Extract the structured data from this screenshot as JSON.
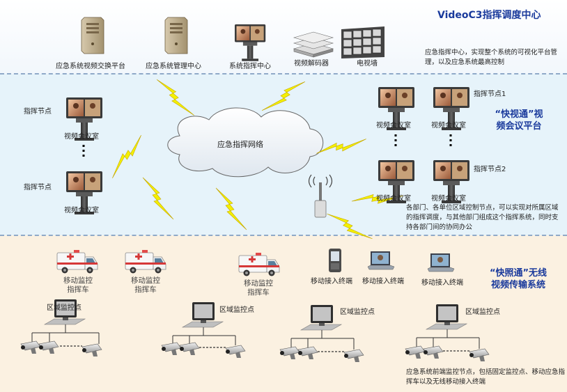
{
  "header": {
    "title": "VideoC3指挥调度中心"
  },
  "top": {
    "items": [
      {
        "label": "应急系统视频交换平台",
        "icon": "server-tower-icon"
      },
      {
        "label": "应急系统管理中心",
        "icon": "server-tower-icon"
      },
      {
        "label": "系统指挥中心",
        "icon": "video-conference-terminal-icon"
      },
      {
        "label": "视频解码器",
        "icon": "video-decoder-icon"
      },
      {
        "label": "电视墙",
        "icon": "tv-wall-icon"
      }
    ],
    "note": "应急指挥中心，实现整个系统的可视化平台管理，以及应急系统最高控制"
  },
  "network": {
    "label": "应急指挥网络"
  },
  "mid": {
    "left_nodes": [
      {
        "node": "指挥节点",
        "room": "视频会议室"
      },
      {
        "node": "指挥节点",
        "room": "视频会议室"
      }
    ],
    "right": {
      "node1": "指挥节点1",
      "node2": "指挥节点2",
      "rooms": [
        "视频会议室",
        "视频会议室",
        "视频会议室",
        "视频会议室"
      ],
      "platform_title_line1": "“快视通”视",
      "platform_title_line2": "频会议平台",
      "note": "各部门、各单位区域控制节点，可以实现对所属区域的指挥调度，与其他部门组成这个指挥系统，同时支持各部门间的协同办公"
    }
  },
  "bottom": {
    "vehicles": [
      {
        "line1": "移动监控",
        "line2": "指挥车"
      },
      {
        "line1": "移动监控",
        "line2": "指挥车"
      },
      {
        "line1": "移动监控",
        "line2": "指挥车"
      }
    ],
    "mobile_terminals": [
      "移动接入终端",
      "移动接入终端",
      "移动接入终端"
    ],
    "region_points": [
      "区域监控点",
      "区域监控点",
      "区域监控点",
      "区域监控点"
    ],
    "platform_title_line1": "“快照通”无线",
    "platform_title_line2": "视频传输系统",
    "note": "应急系统前端监控节点，包括固定监控点、移动应急指挥车以及无线移动接入终端"
  },
  "colors": {
    "band_top": "#ffffff",
    "band_mid": "#e6f3fa",
    "band_bottom": "#fbf1e1",
    "title": "#1a3a9c",
    "lightning": "#f4f000"
  }
}
